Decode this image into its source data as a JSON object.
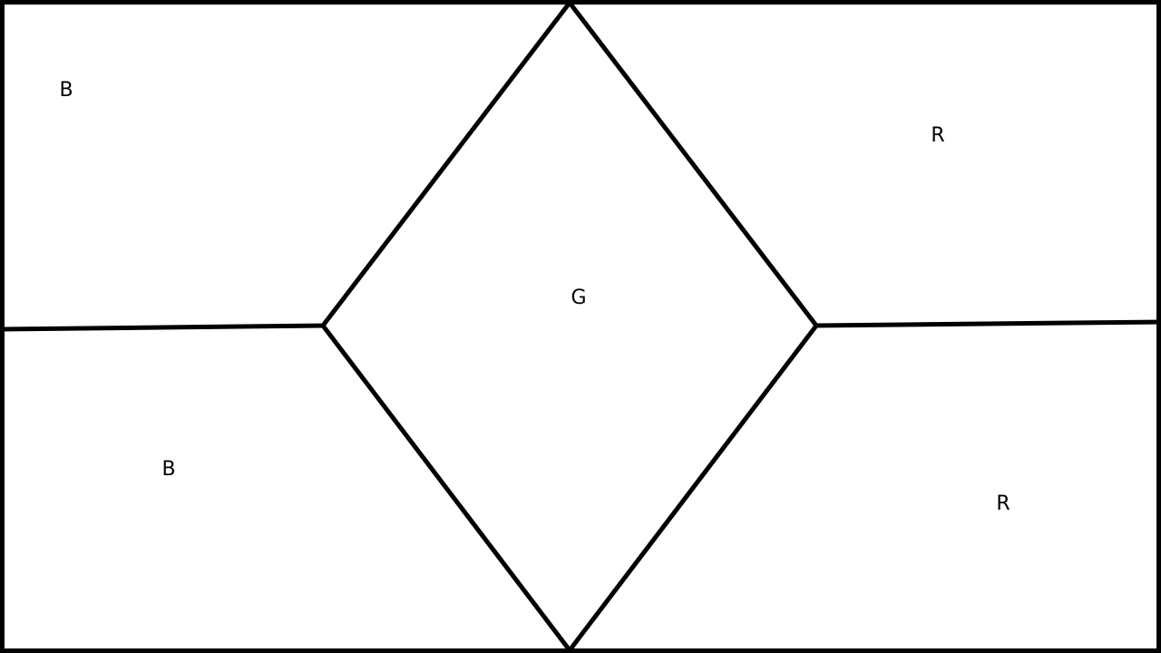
{
  "regions": {
    "top_left": {
      "label": "B"
    },
    "bottom_left": {
      "label": "B"
    },
    "center": {
      "label": "G"
    },
    "top_right": {
      "label": "R"
    },
    "bottom_right": {
      "label": "R"
    }
  },
  "colors": {
    "line": "#000000",
    "background": "#ffffff"
  }
}
